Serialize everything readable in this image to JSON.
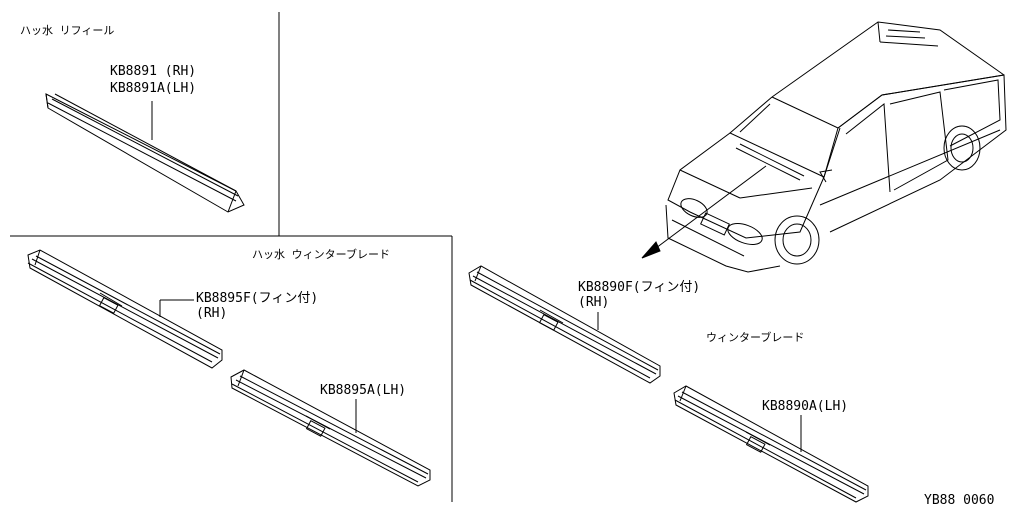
{
  "sections": {
    "refill": "ハッ水 リフィール",
    "hydro_winter": "ハッ水 ウィンターブレード",
    "winter": "ウィンターブレード"
  },
  "parts": {
    "refill_rh": "KB8891 (RH)",
    "refill_lh": "KB8891A(LH)",
    "hydro_rh_code": "KB8895F(フィン付)",
    "hydro_rh_side": "(RH)",
    "hydro_lh": "KB8895A(LH)",
    "winter_rh_code": "KB8890F(フィン付)",
    "winter_rh_side": "(RH)",
    "winter_lh": "KB8890A(LH)"
  },
  "footer": {
    "code": "YB88 0060"
  }
}
